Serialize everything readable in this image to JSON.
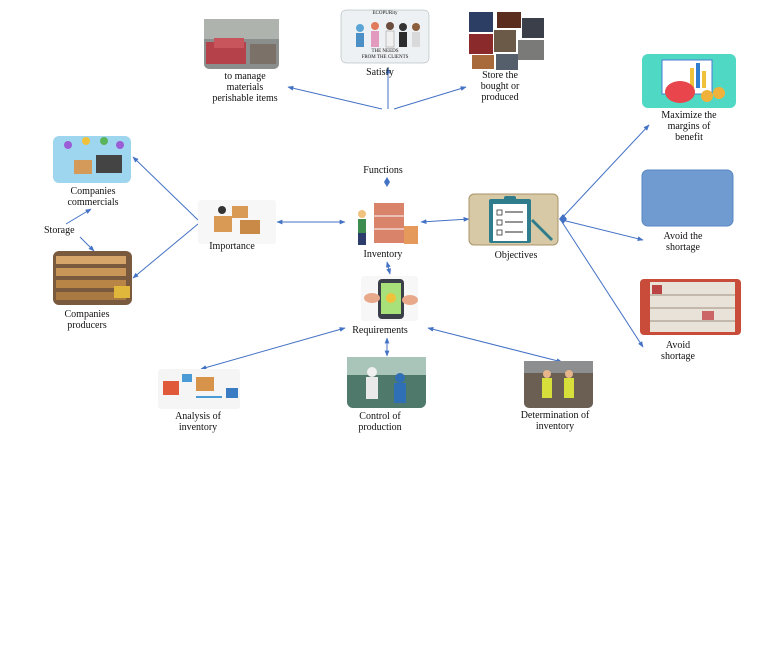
{
  "nodes": {
    "inventory": "Inventory",
    "functions": "Functions",
    "importance": "Importance",
    "objectives": "Objectives",
    "requirements": "Requirements",
    "manage": "to manage\nmaterials\nperishable items",
    "satisfy": "Satisfy",
    "store": "Store the\nbought or\nproduced",
    "maximize": "Maximize the\nmargins of\nbenefit",
    "avoid1": "Avoid the\nshortage",
    "avoid2": "Avoid\nshortage",
    "storage": "Storage",
    "commercials": "Companies\ncommercials",
    "producers": "Companies\nproducers",
    "analysis": "Analysis of\ninventory",
    "control": "Control of\nproduction",
    "determination": "Determination of\ninventory",
    "needs_caption": "THE NEEDS\nFROM THE CLIENTS",
    "needs_top": "ECOPURity"
  },
  "colors": {
    "arrow": "#4472c4",
    "blue_box": "#6f9bd1"
  },
  "icons": [
    "warehouse-photo",
    "shoppers-photo",
    "collage-photo",
    "piggy-bank-icon",
    "empty-blue-box",
    "empty-shelves-photo",
    "delivery-icon",
    "warehouse-shelves-photo",
    "worker-boxes-icon",
    "clipboard-checklist-icon",
    "tablet-icon",
    "forklift-icon",
    "engineers-photo",
    "warehouse-workers-photo"
  ]
}
